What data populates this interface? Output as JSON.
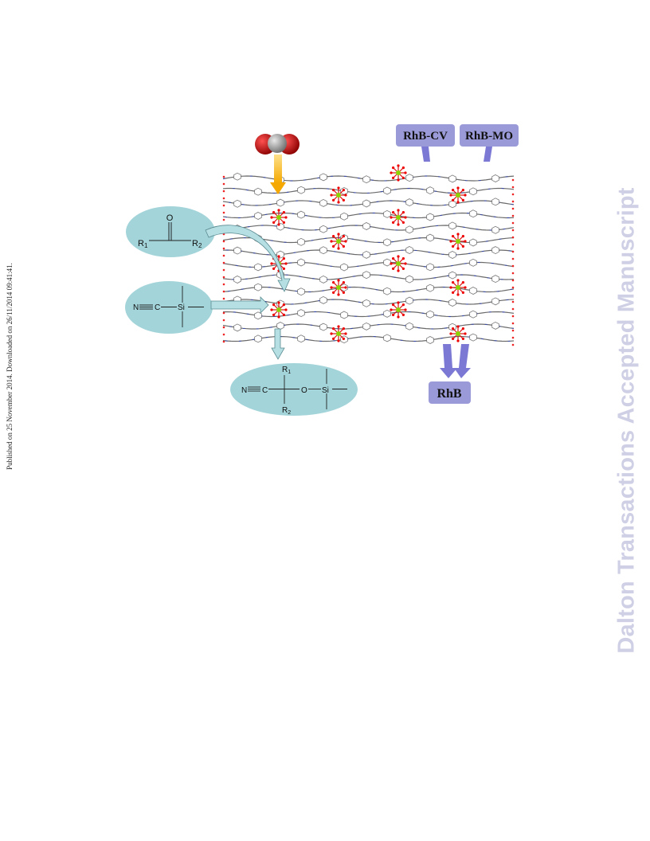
{
  "side_note": "Published on 25 November 2014. Downloaded on 26/11/2014 09:41:41.",
  "watermark": "Dalton Transactions Accepted Manuscript",
  "labels": {
    "rhb_cv": "RhB-CV",
    "rhb_mo": "RhB-MO",
    "rhb": "RhB"
  },
  "chem": {
    "carbonyl": {
      "o": "O",
      "r1": "R",
      "r1_sub": "1",
      "r2": "R",
      "r2_sub": "2"
    },
    "tmscn": {
      "n": "N",
      "c": "C",
      "si": "Si"
    },
    "product": {
      "n": "N",
      "c": "C",
      "o": "O",
      "si": "Si",
      "r1": "R",
      "r1_sub": "1",
      "r2": "R",
      "r2_sub": "2"
    }
  },
  "colors": {
    "label_fill": "#9b9ad8",
    "ellipse_fill": "#a3d4d9",
    "co2_oxygen": "#c80000",
    "co2_carbon": "#9a9a9a",
    "yellow_arrow": "#f7b400",
    "purple_arrow": "#7b79d3",
    "teal_arrow": "#b6dfe3",
    "watermark": "#cfd0e5"
  }
}
